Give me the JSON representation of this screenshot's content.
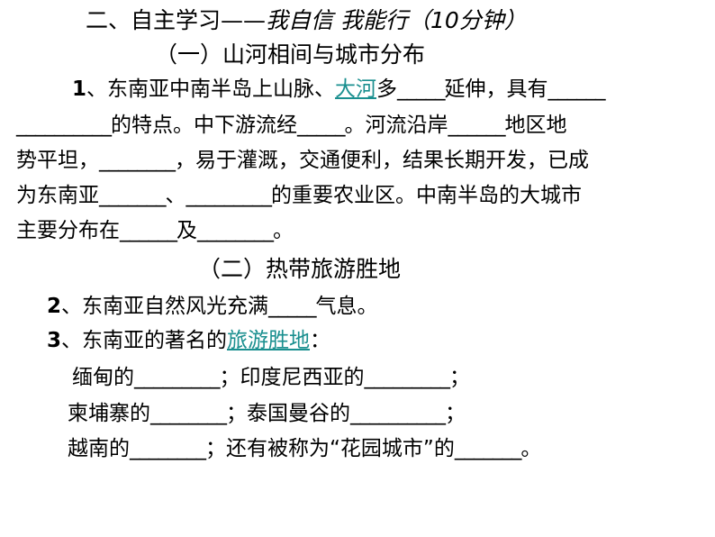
{
  "colors": {
    "link": "#1a8f8f",
    "text": "#000000"
  },
  "lines": [
    {
      "id": "title",
      "segments": [
        {
          "t": "二、自主学习——"
        },
        {
          "t": "我自信 我能行（10分钟）",
          "s": "it"
        }
      ]
    },
    {
      "id": "subtitle-1",
      "segments": [
        {
          "t": "（一）山河相间与城市分布"
        }
      ]
    },
    {
      "id": "q1-line1",
      "segments": [
        {
          "t": "1",
          "s": "num"
        },
        {
          "t": "、东南亚中南半岛上山脉、"
        },
        {
          "t": "大河",
          "s": "link"
        },
        {
          "t": "多"
        },
        {
          "t": "_____",
          "s": "blank"
        },
        {
          "t": "延伸，具有"
        },
        {
          "t": "______",
          "s": "blank"
        }
      ]
    },
    {
      "id": "q1-line2",
      "segments": [
        {
          "t": "__________",
          "s": "blank"
        },
        {
          "t": "的特点。中下游流经"
        },
        {
          "t": "_____",
          "s": "blank"
        },
        {
          "t": "。河流沿岸"
        },
        {
          "t": "______",
          "s": "blank"
        },
        {
          "t": "地区地"
        }
      ]
    },
    {
      "id": "q1-line3",
      "segments": [
        {
          "t": "势平坦，"
        },
        {
          "t": "________",
          "s": "blank"
        },
        {
          "t": "，易于灌溉，交通便利，结果长期开发，已成"
        }
      ]
    },
    {
      "id": "q1-line4",
      "segments": [
        {
          "t": "为东南亚"
        },
        {
          "t": "_______",
          "s": "blank"
        },
        {
          "t": "、"
        },
        {
          "t": "_________",
          "s": "blank"
        },
        {
          "t": "的重要农业区。中南半岛的大城市"
        }
      ]
    },
    {
      "id": "q1-line5",
      "segments": [
        {
          "t": "主要分布在"
        },
        {
          "t": "______",
          "s": "blank"
        },
        {
          "t": "及"
        },
        {
          "t": "________",
          "s": "blank"
        },
        {
          "t": "。"
        }
      ]
    },
    {
      "id": "subtitle-2",
      "segments": [
        {
          "t": "（二）热带旅游胜地"
        }
      ]
    },
    {
      "id": "q2",
      "segments": [
        {
          "t": "2",
          "s": "num"
        },
        {
          "t": "、东南亚自然风光充满"
        },
        {
          "t": "_____",
          "s": "blank"
        },
        {
          "t": "气息。"
        }
      ]
    },
    {
      "id": "q3",
      "segments": [
        {
          "t": "3",
          "s": "num"
        },
        {
          "t": "、东南亚的著名的"
        },
        {
          "t": "旅游胜地",
          "s": "link"
        },
        {
          "t": "："
        }
      ]
    },
    {
      "id": "q3-line1",
      "segments": [
        {
          "t": "缅甸的"
        },
        {
          "t": "_________",
          "s": "blank"
        },
        {
          "t": "；印度尼西亚的"
        },
        {
          "t": "_________",
          "s": "blank"
        },
        {
          "t": "；"
        }
      ]
    },
    {
      "id": "q3-line2",
      "segments": [
        {
          "t": "柬埔寨的"
        },
        {
          "t": "________",
          "s": "blank"
        },
        {
          "t": "；泰国曼谷的"
        },
        {
          "t": "__________",
          "s": "blank"
        },
        {
          "t": "；"
        }
      ]
    },
    {
      "id": "q3-line3",
      "segments": [
        {
          "t": "越南的"
        },
        {
          "t": "________",
          "s": "blank"
        },
        {
          "t": "；还有被称为“花园城市”的"
        },
        {
          "t": "_______",
          "s": "blank"
        },
        {
          "t": "。"
        }
      ]
    }
  ]
}
